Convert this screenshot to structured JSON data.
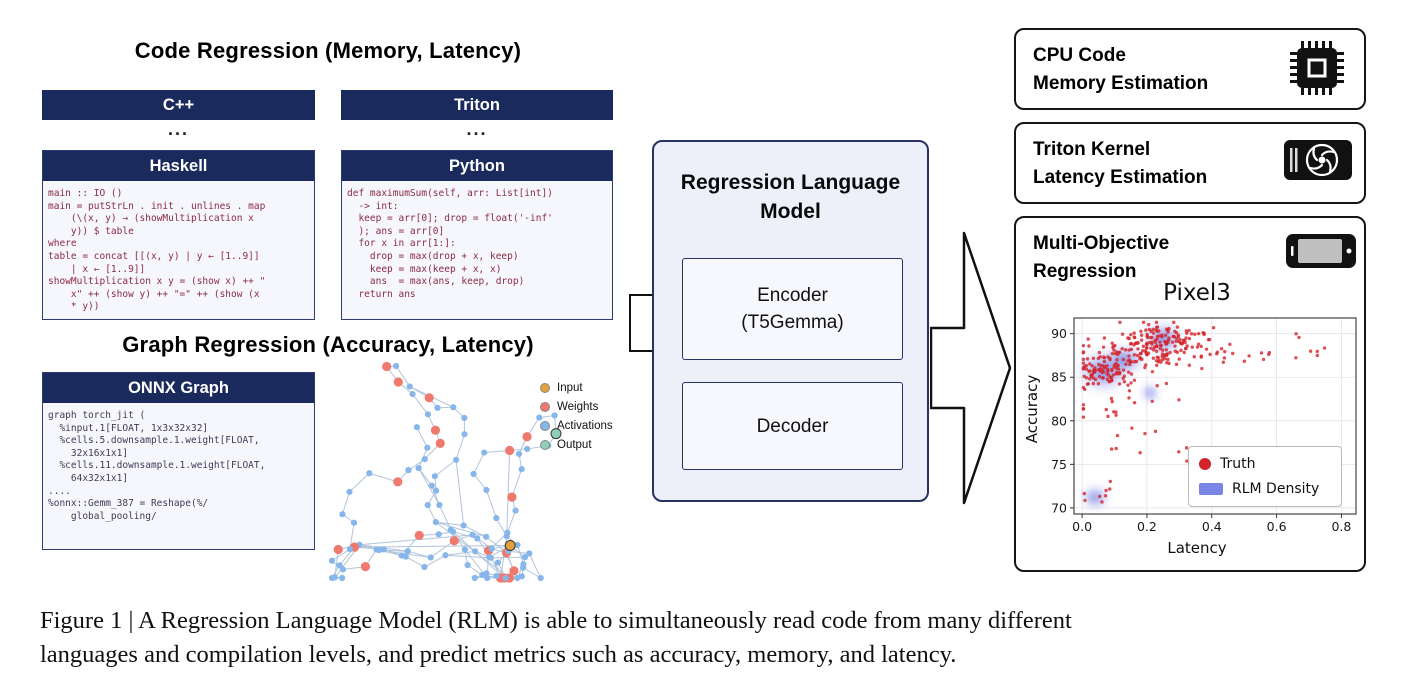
{
  "colors": {
    "navy_header": "#1b2a5c",
    "panel_bg": "#f6f7fc",
    "rlm_bg": "#edeff9",
    "truth_red": "#d3242c",
    "density_blue": "#4553de"
  },
  "headings": {
    "code_regression": "Code Regression (Memory, Latency)",
    "graph_regression": "Graph Regression (Accuracy, Latency)",
    "ellipsis": "..."
  },
  "panels": {
    "cpp": {
      "title": "C++"
    },
    "triton": {
      "title": "Triton"
    },
    "haskell": {
      "title": "Haskell",
      "code": [
        "main :: IO ()",
        "main = putStrLn . init . unlines . map",
        "    (\\(x, y) → (showMultiplication x",
        "    y)) $ table",
        "where",
        "table = concat [[(x, y) | y ← [1..9]]",
        "    | x ← [1..9]]",
        "showMultiplication x y = (show x) ++ \"",
        "    x\" ++ (show y) ++ \"=\" ++ (show (x",
        "    * y))"
      ]
    },
    "python": {
      "title": "Python",
      "code": [
        "def maximumSum(self, arr: List[int])",
        "  -> int:",
        "  keep = arr[0]; drop = float('-inf'",
        "  ); ans = arr[0]",
        "  for x in arr[1:]:",
        "    drop = max(drop + x, keep)",
        "    keep = max(keep + x, x)",
        "    ans  = max(ans, keep, drop)",
        "  return ans"
      ]
    },
    "onnx": {
      "title": "ONNX Graph",
      "code": [
        "graph torch_jit (",
        "  %input.1[FLOAT, 1x3x32x32]",
        "  %cells.5.downsample.1.weight[FLOAT,",
        "    32x16x1x1]",
        "  %cells.11.downsample.1.weight[FLOAT,",
        "    64x32x1x1]",
        "....",
        "%onnx::Gemm_387 = Reshape(%/",
        "    global_pooling/"
      ]
    }
  },
  "onnx_graph_viz": {
    "legend": [
      {
        "label": "Input",
        "color": "#e2a23b"
      },
      {
        "label": "Weights",
        "color": "#f0796d"
      },
      {
        "label": "Activations",
        "color": "#86b6ea"
      },
      {
        "label": "Output",
        "color": "#90cfb6"
      }
    ]
  },
  "rlm": {
    "title_line1": "Regression Language",
    "title_line2": "Model",
    "encoder_line1": "Encoder",
    "encoder_line2": "(T5Gemma)",
    "decoder_label": "Decoder"
  },
  "outputs": [
    {
      "line1": "CPU Code",
      "line2": "Memory Estimation",
      "icon": "cpu-icon"
    },
    {
      "line1": "Triton Kernel",
      "line2": "Latency Estimation",
      "icon": "gpu-icon"
    },
    {
      "line1": "Multi-Objective",
      "line2": "Regression",
      "icon": "phone-icon"
    }
  ],
  "chart_data": {
    "type": "scatter",
    "title": "Pixel3",
    "xlabel": "Latency",
    "ylabel": "Accuracy",
    "xlim": [
      0.0,
      0.8
    ],
    "ylim": [
      69.5,
      91.5
    ],
    "xticks": [
      "0.0",
      "0.2",
      "0.4",
      "0.6",
      "0.8"
    ],
    "yticks": [
      70,
      75,
      80,
      85,
      90
    ],
    "grid": true,
    "legend_position": "lower right",
    "legend": [
      {
        "label": "Truth",
        "color": "#d3242c",
        "marker": "circle"
      },
      {
        "label": "RLM Density",
        "color": "#5a67e0",
        "marker": "square"
      }
    ],
    "truth_clusters": [
      {
        "cx": 0.07,
        "cy": 85.8,
        "sx": 0.045,
        "sy": 1.1,
        "n": 90
      },
      {
        "cx": 0.24,
        "cy": 89.2,
        "sx": 0.05,
        "sy": 1.1,
        "n": 90
      },
      {
        "cx": 0.17,
        "cy": 87.6,
        "sx": 0.11,
        "sy": 1.6,
        "n": 80
      },
      {
        "cx": 0.33,
        "cy": 88.6,
        "sx": 0.07,
        "sy": 1.4,
        "n": 40
      },
      {
        "cx": 0.5,
        "cy": 88.2,
        "sx": 0.13,
        "sy": 1.0,
        "n": 18
      },
      {
        "cx": 0.12,
        "cy": 81.0,
        "sx": 0.08,
        "sy": 2.5,
        "n": 22
      },
      {
        "cx": 0.05,
        "cy": 71.3,
        "sx": 0.03,
        "sy": 0.7,
        "n": 8
      },
      {
        "cx": 0.28,
        "cy": 76.0,
        "sx": 0.12,
        "sy": 2.0,
        "n": 10
      }
    ],
    "density_blobs": [
      {
        "cx": 0.065,
        "cy": 85.7,
        "rx": 0.075,
        "ry": 2.3
      },
      {
        "cx": 0.25,
        "cy": 89.4,
        "rx": 0.055,
        "ry": 1.9
      },
      {
        "cx": 0.04,
        "cy": 71.2,
        "rx": 0.04,
        "ry": 1.3
      },
      {
        "cx": 0.21,
        "cy": 83.2,
        "rx": 0.025,
        "ry": 1.0
      },
      {
        "cx": 0.13,
        "cy": 87.0,
        "rx": 0.06,
        "ry": 1.6
      }
    ]
  },
  "caption": {
    "line1": "Figure 1 | A Regression Language Model (RLM) is able to simultaneously read code from many different",
    "line2": "languages and compilation levels, and predict metrics such as accuracy, memory, and latency."
  }
}
